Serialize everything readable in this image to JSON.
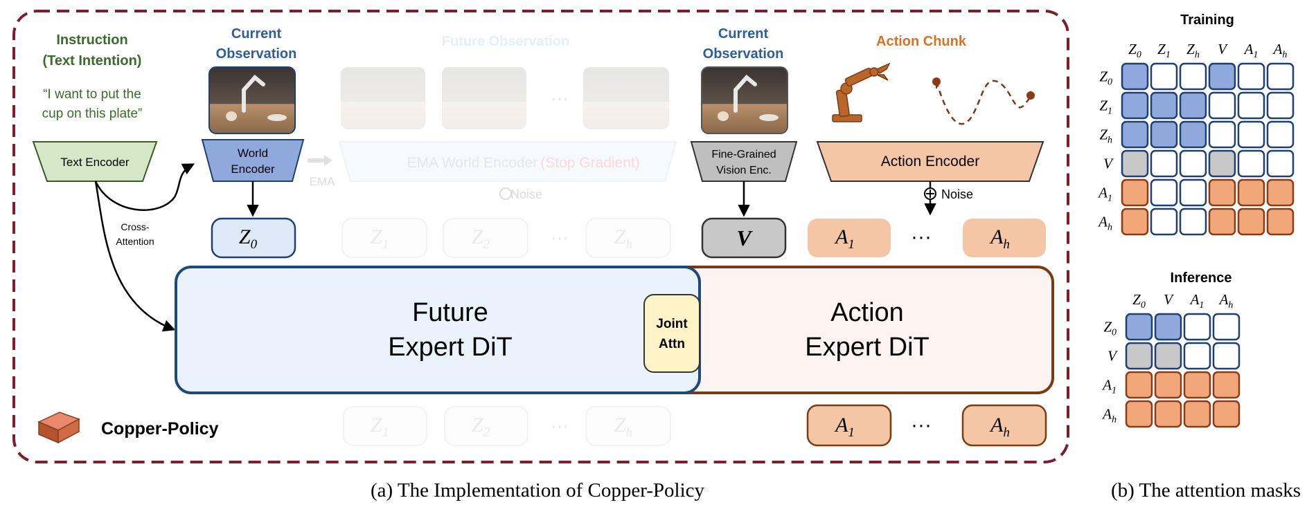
{
  "left": {
    "instruction_title_1": "Instruction",
    "instruction_title_2": "(Text Intention)",
    "instruction_quote_1": "“I want to put the",
    "instruction_quote_2": "cup on this plate”",
    "text_encoder": "Text Encoder",
    "cross_attention_1": "Cross-",
    "cross_attention_2": "Attention",
    "current_obs_1": "Current",
    "current_obs_2": "Observation",
    "world_encoder_1": "World",
    "world_encoder_2": "Encoder",
    "future_obs": "Future Observation",
    "ema": "EMA",
    "ema_world_encoder": "EMA World Encoder",
    "stop_gradient": "(Stop Gradient)",
    "noise_left": "Noise",
    "current_obs_right_1": "Current",
    "current_obs_right_2": "Observation",
    "fg_vision_1": "Fine-Grained",
    "fg_vision_2": "Vision Enc.",
    "action_chunk": "Action Chunk",
    "action_encoder": "Action Encoder",
    "noise_right": "Noise",
    "future_expert_1": "Future",
    "future_expert_2": "Expert DiT",
    "joint_attn_1": "Joint",
    "joint_attn_2": "Attn",
    "action_expert_1": "Action",
    "action_expert_2": "Expert DiT",
    "brand": "Copper-Policy",
    "dots": "···",
    "caption": "(a) The Implementation of Copper-Policy"
  },
  "tokens": {
    "z0": "Z",
    "z0_sub": "0",
    "z1": "Z",
    "z1_sub": "1",
    "z2": "Z",
    "z2_sub": "2",
    "zh": "Z",
    "zh_sub": "h",
    "v": "V",
    "a1": "A",
    "a1_sub": "1",
    "ah": "A",
    "ah_sub": "h"
  },
  "masks": {
    "training_title": "Training",
    "training_labels": [
      {
        "t": "Z",
        "s": "0"
      },
      {
        "t": "Z",
        "s": "1"
      },
      {
        "t": "Z",
        "s": "h"
      },
      {
        "t": "V",
        "s": ""
      },
      {
        "t": "A",
        "s": "1"
      },
      {
        "t": "A",
        "s": "h"
      }
    ],
    "training_grid": [
      [
        "b",
        "w",
        "w",
        "b",
        "w",
        "w"
      ],
      [
        "b",
        "b",
        "b",
        "w",
        "w",
        "w"
      ],
      [
        "b",
        "b",
        "b",
        "w",
        "w",
        "w"
      ],
      [
        "g",
        "w",
        "w",
        "g",
        "w",
        "w"
      ],
      [
        "o",
        "w",
        "w",
        "o",
        "o",
        "o"
      ],
      [
        "o",
        "w",
        "w",
        "o",
        "o",
        "o"
      ]
    ],
    "inference_title": "Inference",
    "inference_labels": [
      {
        "t": "Z",
        "s": "0"
      },
      {
        "t": "V",
        "s": ""
      },
      {
        "t": "A",
        "s": "1"
      },
      {
        "t": "A",
        "s": "h"
      }
    ],
    "inference_grid": [
      [
        "b",
        "b",
        "w",
        "w"
      ],
      [
        "g",
        "g",
        "w",
        "w"
      ],
      [
        "o",
        "o",
        "o",
        "o"
      ],
      [
        "o",
        "o",
        "o",
        "o"
      ]
    ],
    "caption": "(b) The attention masks"
  },
  "colors": {
    "frame": "#7a1f2b",
    "blue_fill": "#8fa9dc",
    "blue_edge": "#1f3f73",
    "gray_fill": "#c8c8c8",
    "orange_fill": "#f2a77a",
    "orange_edge": "#8a3a14",
    "title_green": "#3a6b2a",
    "title_blue": "#2f5d99",
    "title_orange": "#d9702a"
  }
}
